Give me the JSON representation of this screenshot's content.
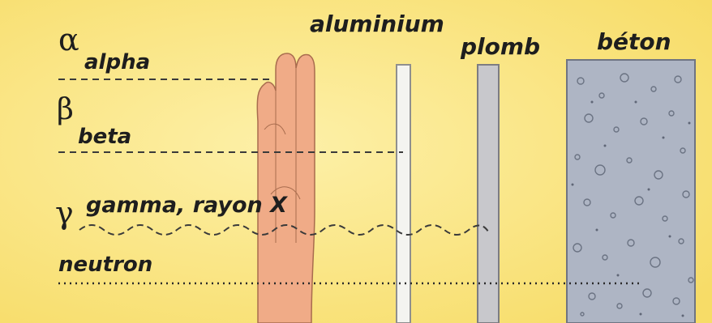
{
  "diagram": {
    "radiations": [
      {
        "symbol": "α",
        "name": "alpha",
        "stopped_by": "hand",
        "line_style": "dashed"
      },
      {
        "symbol": "β",
        "name": "beta",
        "stopped_by": "aluminium",
        "line_style": "dashed"
      },
      {
        "symbol": "γ",
        "name": "gamma, rayon X",
        "stopped_by": "plomb",
        "line_style": "wavy-dashed"
      },
      {
        "symbol": "",
        "name": "neutron",
        "stopped_by": "béton",
        "line_style": "dotted"
      }
    ],
    "barriers": [
      {
        "label": "aluminium"
      },
      {
        "label": "plomb"
      },
      {
        "label": "béton"
      }
    ]
  },
  "colors": {
    "background": "#fbe77f",
    "hand": "#f0ab87",
    "aluminium": "#f4f4f0",
    "lead": "#c8c8cc",
    "concrete": "#aeb5c4",
    "ink": "#1e1e1e"
  }
}
